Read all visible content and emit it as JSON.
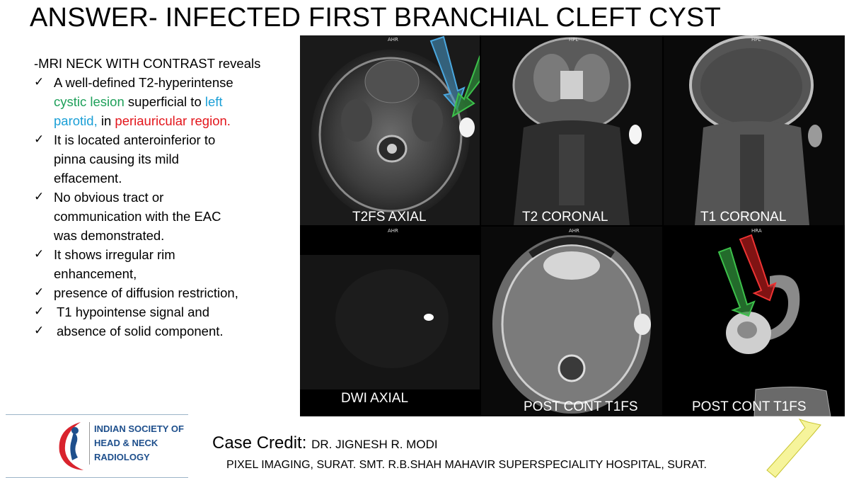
{
  "title": "ANSWER- INFECTED FIRST BRANCHIAL CLEFT CYST",
  "findings": {
    "intro": "-MRI NECK WITH CONTRAST reveals",
    "item1": {
      "a": "A well-defined T2-hyperintense",
      "b": "cystic lesion",
      "c": " superficial to ",
      "d": "left",
      "e": "parotid,",
      "f": " in ",
      "g": "periauricular region."
    },
    "item2": [
      "It is located anteroinferior to",
      "pinna causing its mild",
      "effacement."
    ],
    "item3": [
      "No obvious tract or",
      "communication with the EAC",
      "was demonstrated."
    ],
    "item4": [
      "It shows irregular rim",
      "enhancement,"
    ],
    "item5": "presence of diffusion restriction,",
    "item6": "T1 hypointense signal and",
    "item7": "absence of solid component.",
    "check": "✓"
  },
  "panels": {
    "p1": {
      "label": "T2FS AXIAL",
      "orient": "AHR"
    },
    "p2": {
      "label": "T2 CORONAL",
      "orient": "HPL"
    },
    "p3": {
      "label": "T1 CORONAL",
      "orient": "HPL"
    },
    "p4": {
      "label": "DWI AXIAL",
      "orient": "AHR"
    },
    "p5": {
      "label": "POST CONT T1FS",
      "orient": "AHR"
    },
    "p6": {
      "label": "POST CONT T1FS",
      "orient": "HRA"
    }
  },
  "logo": {
    "line1": "INDIAN SOCIETY OF",
    "line2": "HEAD & NECK",
    "line3": "RADIOLOGY"
  },
  "credit": {
    "label": "Case Credit:",
    "name": "DR. JIGNESH R. MODI",
    "institution": "PIXEL IMAGING, SURAT. SMT. R.B.SHAH MAHAVIR SUPERSPECIALITY HOSPITAL, SURAT."
  },
  "colors": {
    "green": "#1fa05a",
    "cyan": "#1a9fd6",
    "red": "#e3161c",
    "logo_blue": "#1e4f8c",
    "logo_red": "#d9232d"
  }
}
